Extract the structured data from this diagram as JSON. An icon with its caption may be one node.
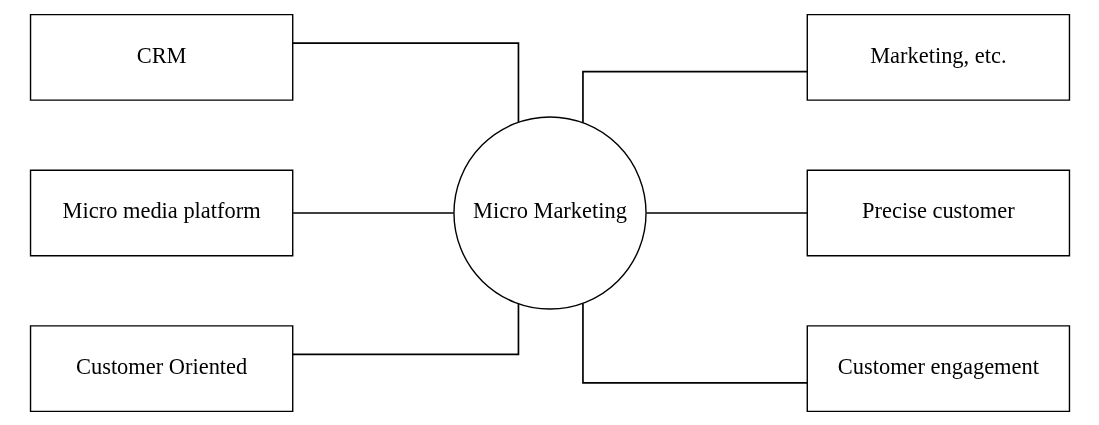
{
  "diagram": {
    "nodes": [
      {
        "text": [
          "CRM"
        ]
      },
      {
        "text": [
          "Micro media platform"
        ]
      },
      {
        "text": [
          "Customer Oriented"
        ]
      },
      {
        "text": [
          "Micro Marketing"
        ]
      },
      {
        "text": [
          "Marketing, etc."
        ]
      },
      {
        "text": [
          "Precise customer"
        ]
      },
      {
        "text": [
          "Customer engagement"
        ]
      }
    ],
    "edges": [
      {
        "from": 0,
        "to": 3,
        "arrow": "none"
      },
      {
        "from": 1,
        "to": 3,
        "arrow": "none"
      },
      {
        "from": 2,
        "to": 3,
        "arrow": "none"
      },
      {
        "from": 3,
        "to": 4,
        "arrow": "none"
      },
      {
        "from": 3,
        "to": 5,
        "arrow": "none"
      },
      {
        "from": 3,
        "to": 6,
        "arrow": "none"
      }
    ]
  }
}
